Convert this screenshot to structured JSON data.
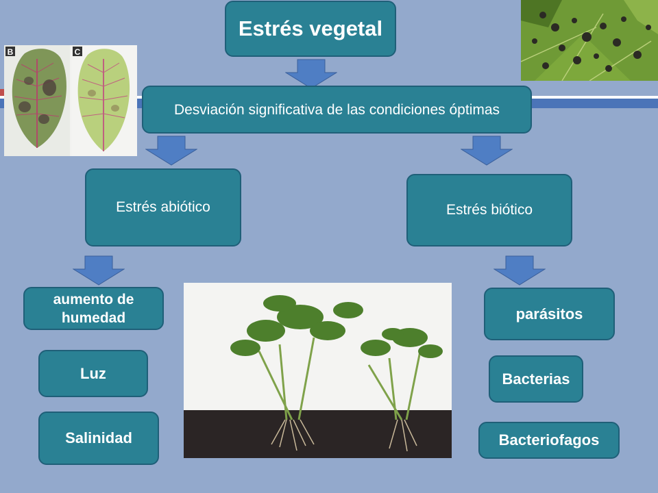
{
  "title": "Estrés vegetal",
  "definition": "Desviación significativa de las condiciones óptimas",
  "branches": {
    "abiotic": {
      "label": "Estrés abiótico",
      "items": [
        "aumento de humedad",
        "Luz",
        "Salinidad"
      ]
    },
    "biotic": {
      "label": "Estrés biótico",
      "items": [
        "parásitos",
        "Bacterias",
        "Bacteriofagos"
      ]
    }
  },
  "images": {
    "leaves_panel_labels": [
      "B",
      "C"
    ]
  },
  "colors": {
    "background": "#93a9cc",
    "box_fill": "#2a8194",
    "box_border": "#1f5f78",
    "arrow_fill": "#4f7ec4",
    "band": "#4b74b8"
  }
}
